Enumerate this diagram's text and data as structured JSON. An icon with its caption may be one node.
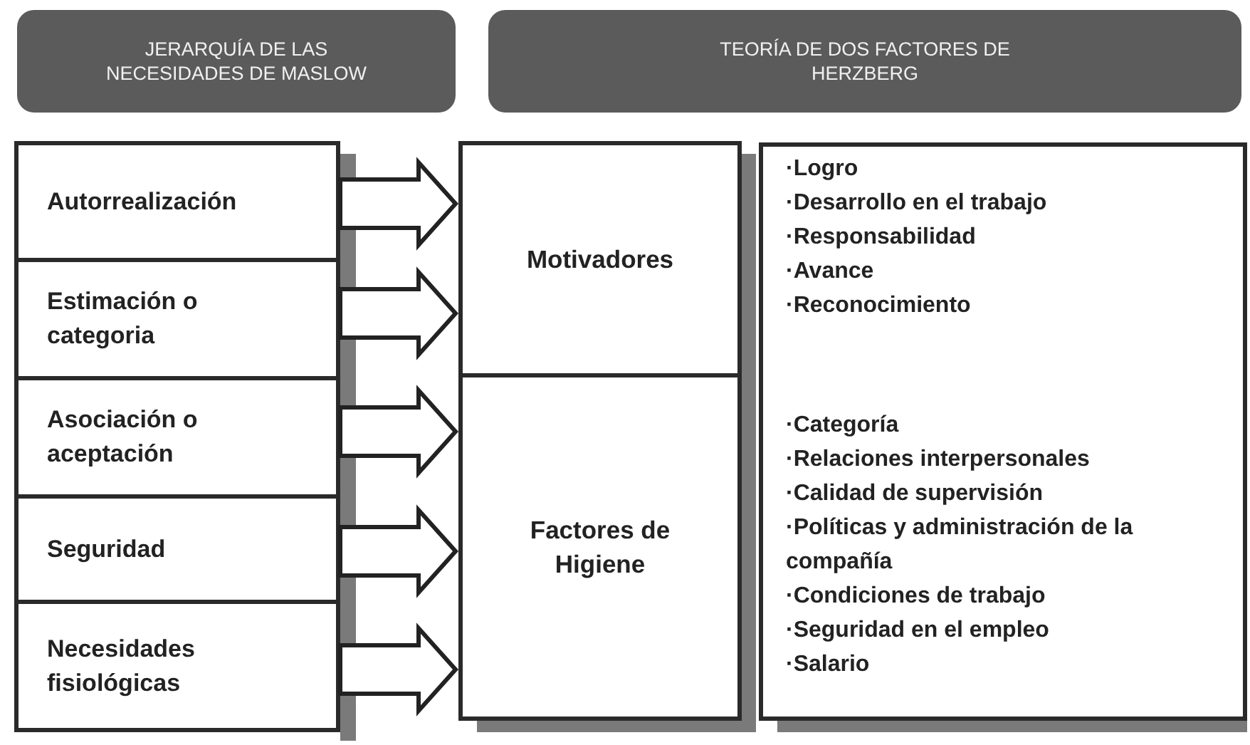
{
  "diagram": {
    "nodes": [
      {
        "text": [
          "JERARQUÍA DE LAS NECESIDADES DE MASLOW"
        ]
      },
      {
        "text": [
          "TEORÍA DE DOS FACTORES DE HERZBERG"
        ]
      },
      {
        "text": [
          "Autorrealización"
        ]
      },
      {
        "text": [
          "Estimación o categoria"
        ]
      },
      {
        "text": [
          "Asociación o aceptación"
        ]
      },
      {
        "text": [
          "Seguridad"
        ]
      },
      {
        "text": [
          "Necesidades fisiológicas"
        ]
      },
      {
        "text": [
          "Motivadores"
        ]
      },
      {
        "text": [
          "Factores de Higiene"
        ]
      },
      {
        "text": [
          "·Logro",
          "·Desarrollo en el trabajo",
          "·Responsabilidad",
          "·Avance",
          "·Reconocimiento",
          "·Categoría",
          "·Relaciones interpersonales",
          "·Calidad de supervisión",
          "·Políticas y administración de la compañía",
          "·Condiciones de trabajo",
          "·Seguridad en el empleo",
          "·Salario"
        ]
      }
    ],
    "edges": [
      {
        "from": 2,
        "to": 7,
        "arrow": "to"
      },
      {
        "from": 3,
        "to": 7,
        "arrow": "to"
      },
      {
        "from": 4,
        "to": 8,
        "arrow": "to"
      },
      {
        "from": 5,
        "to": 8,
        "arrow": "to"
      },
      {
        "from": 6,
        "to": 8,
        "arrow": "to"
      }
    ]
  }
}
